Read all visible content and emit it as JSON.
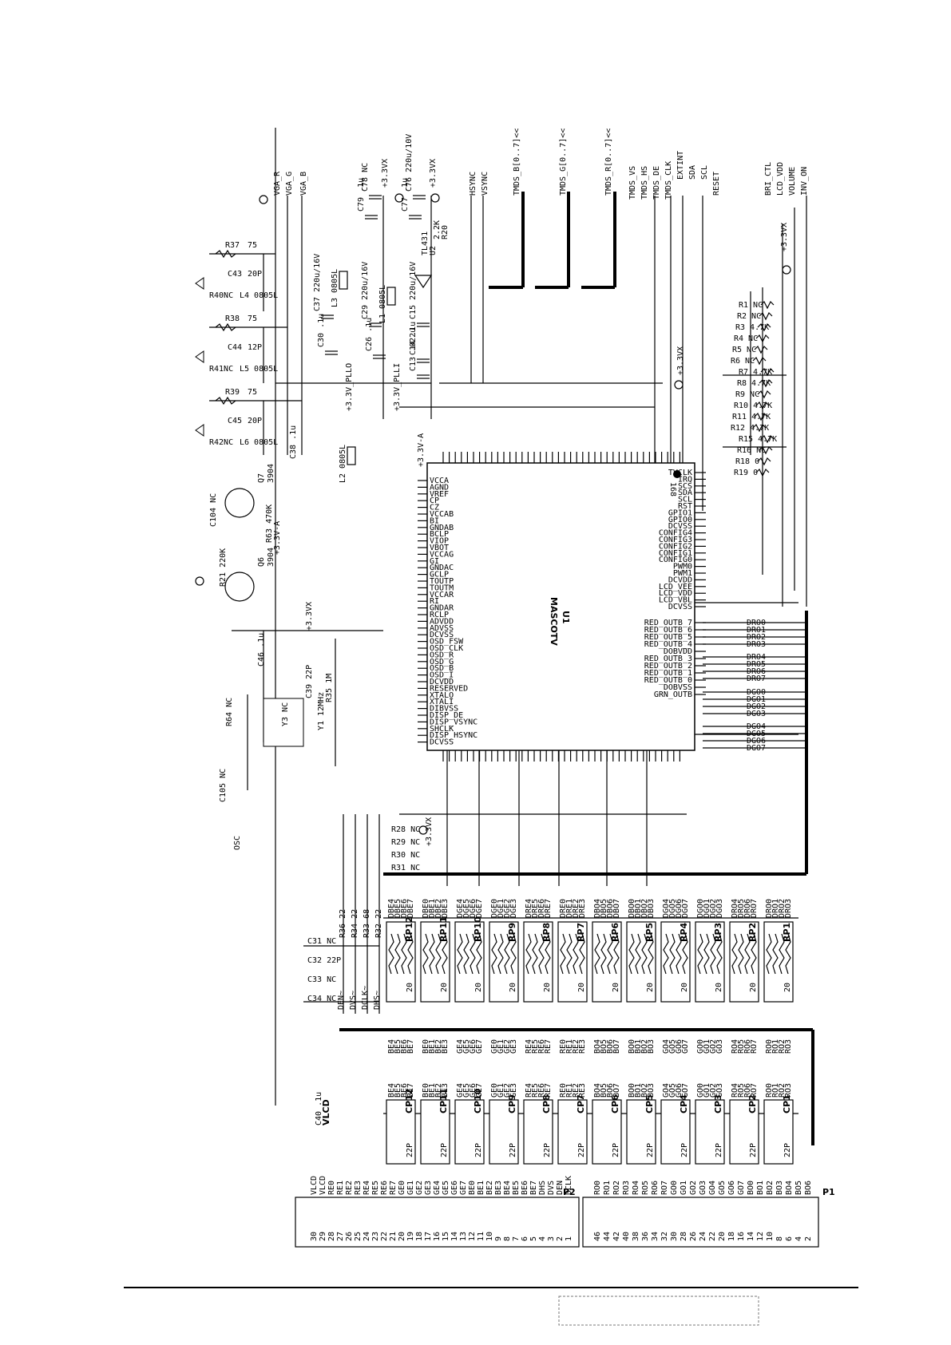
{
  "chip": {
    "designator": "U1",
    "part": "MASCOTV",
    "pin_first": "168"
  },
  "top_signals": [
    "TMDS_B[0..7]<<",
    "TMDS_G[0..7]<<",
    "TMDS_R[0..7]<<",
    "TMDS_VS",
    "TMDS_HS",
    "TMDS_DE",
    "TMDS_CLK",
    "EXTINT",
    "SDA",
    "SCL",
    "RESET",
    "BRI_CTL",
    "LCD_VDD",
    "VOLUME",
    "INV_ON"
  ],
  "vga": [
    "VGA_R",
    "VGA_G",
    "VGA_B"
  ],
  "sync": [
    "HSYNC",
    "VSYNC"
  ],
  "power": {
    "v33vx": "+3.3VX",
    "v33va": "+3.3V-A",
    "pll_o": "+3.3V_PLLO",
    "pll_i": "+3.3V_PLLI",
    "vlcd": "VLCD"
  },
  "regulator": {
    "ref": "U2",
    "part": "TL431",
    "r20": "R20",
    "r20v": "2.2K"
  },
  "caps_top": [
    "C78 NC",
    "C76 220u/10V",
    "C79 .1u",
    "C77 .1u",
    "C13 .022u",
    "C15 220u/16V",
    "C14 .1u",
    "C29 220u/16V",
    "C26 .1u",
    "C37 220u/16V",
    "C30 .1u"
  ],
  "inductors": [
    "L1 0805L",
    "L2 0805L",
    "L3 0805L"
  ],
  "vga_net": [
    {
      "r": "R37",
      "rv": "75",
      "c": "C43",
      "cv": "20P",
      "rn": "R40NC",
      "l": "L4 0805L"
    },
    {
      "r": "R38",
      "rv": "75",
      "c": "C44",
      "cv": "12P",
      "rn": "R41NC",
      "l": "L5 0805L"
    },
    {
      "r": "R39",
      "rv": "75",
      "c": "C45",
      "cv": "20P",
      "rn": "R42NC",
      "l": "L6 0805L"
    }
  ],
  "transistors": [
    {
      "ref": "Q7",
      "part": "3904"
    },
    {
      "ref": "Q6",
      "part": "3904"
    }
  ],
  "misc_parts": [
    "C104 NC",
    "R63 470K",
    "R21 220K",
    "C46 .1u",
    "R64 NC",
    "Y1 12MHz",
    "R35 1M",
    "Y3 NC",
    "C105 NC",
    "OSC",
    "C38 .1u",
    "C39 22P",
    "C40 .1u"
  ],
  "analog_pins": [
    "VCCA",
    "AGND",
    "VREF",
    "CP",
    "CZ",
    "VCCAB",
    "BI",
    "GNDAB",
    "BCLP",
    "VIOP",
    "VBOT",
    "VCCAG",
    "GI",
    "GNDAC",
    "GCLP",
    "TOUTP",
    "TOUTM",
    "VCCAR",
    "RI",
    "GNDAR",
    "RCLP",
    "ADVDD",
    "ADVSS",
    "DCVSS",
    "OSD_FSW",
    "OSD_CLK",
    "OSD_R",
    "OSD_G",
    "OSD_B",
    "OSD_I",
    "DCVDD",
    "RESERVED",
    "XTALO",
    "XTALI",
    "DIBVSS",
    "DISP_DE",
    "DISP_VSYNC",
    "SHCLK",
    "DISP_HSYNC",
    "DCVSS"
  ],
  "ctrl_pins": [
    "TVCLK",
    "IRQ",
    "SCS",
    "SDA",
    "SCL",
    "RST",
    "GPIO1",
    "GPIO0",
    "DCVSS",
    "CONFIG4",
    "CONFIG3",
    "CONFIG2",
    "CONFIG1",
    "CONFIG0",
    "PWM0",
    "PWM1",
    "DCVDD",
    "LCD_VEE",
    "LCD_VDD",
    "LCD_VBL",
    "DCVSS"
  ],
  "out_pins": [
    "RED_OUTB_7",
    "RED_OUTB_6",
    "RED_OUTB_5",
    "RED_OUTB_4",
    "DOBVDD",
    "RED_OUTB_3",
    "RED_OUTB_2",
    "RED_OUTB_1",
    "RED_OUTB_0",
    "DOBVSS",
    "GRN_OUTB"
  ],
  "dr_nets": [
    "DRO0",
    "DRO1",
    "DRO2",
    "DRO3",
    "DRO4",
    "DRO5",
    "DRO6",
    "DRO7"
  ],
  "dg_nets": [
    "DGO0",
    "DGO1",
    "DGO2",
    "DGO3",
    "DGO4",
    "DGO5",
    "DGO6",
    "DGO7"
  ],
  "right_res": [
    "R1 NC",
    "R2 NC",
    "R3 4.7K",
    "R4 NC",
    "R5 NC",
    "R6 NC",
    "R7 4.7K",
    "R8 4.7K",
    "R9 NC",
    "R10 4.7K",
    "R11 4.7K",
    "R12 4.7K",
    "R15 4.7K",
    "R16 NC",
    "R18 0",
    "R19 0"
  ],
  "term_res": [
    "R28 NC",
    "R29 NC",
    "R30 NC",
    "R31 NC",
    "R36 22",
    "R34 22",
    "R33 68",
    "R32 22"
  ],
  "clk_caps": [
    "C31 NC",
    "C32 22P",
    "C33 NC",
    "C34 NC"
  ],
  "clk_nets": [
    "DEN~",
    "DVS~",
    "DCLK~",
    "DHS~"
  ],
  "rp_packs": [
    "RP1",
    "RP2",
    "RP3",
    "RP4",
    "RP5",
    "RP6",
    "RP7",
    "RP8",
    "RP9",
    "RP10",
    "RP11",
    "RP12"
  ],
  "cp_packs": [
    "CP1",
    "CP2",
    "CP3",
    "CP4",
    "CP5",
    "CP6",
    "CP7",
    "CP8",
    "CP9",
    "CP10",
    "CP11",
    "CP12"
  ],
  "rp_value": "20",
  "cp_value": "22P",
  "rp_nets": [
    "DRO0",
    "DRO1",
    "DRO2",
    "DRO3",
    "DRO4",
    "DRO5",
    "DRO6",
    "DRO7",
    "DGO0",
    "DGO1",
    "DGO2",
    "DGO3",
    "DGO4",
    "DGO5",
    "DGO6",
    "DGO7",
    "DBO0",
    "DBO1",
    "DBO2",
    "DBO3",
    "DBO4",
    "DBO5",
    "DBO6",
    "DBO7",
    "DRE0",
    "DRE1",
    "DRE2",
    "DRE3",
    "DRE4",
    "DRE5",
    "DRE6",
    "DRE7",
    "DGE0",
    "DGE1",
    "DGE2",
    "DGE3",
    "DGE4",
    "DGE5",
    "DGE6",
    "DGE7",
    "DBE0",
    "DBE1",
    "DBE2",
    "DBE3",
    "DBE4",
    "DBE5",
    "DBE6",
    "DBE7"
  ],
  "conn_nets": [
    "RO0",
    "RO1",
    "RO2",
    "RO3",
    "RO4",
    "RO5",
    "RO6",
    "RO7",
    "GO0",
    "GO1",
    "GO2",
    "GO3",
    "GO4",
    "GO5",
    "GO6",
    "GO7",
    "BO0",
    "BO1",
    "BO2",
    "BO3",
    "BO4",
    "BO5",
    "BO6",
    "BO7",
    "RE0",
    "RE1",
    "RE2",
    "RE3",
    "RE4",
    "RE5",
    "RE6",
    "RE7",
    "GE0",
    "GE1",
    "GE2",
    "GE3",
    "GE4",
    "GE5",
    "GE6",
    "GE7",
    "BE0",
    "BE1",
    "BE2",
    "BE3",
    "BE4",
    "BE5",
    "BE6",
    "BE7"
  ],
  "connectors": {
    "p1": "P1",
    "p2": "P2"
  },
  "p1_pins": [
    "BO6",
    "BO5",
    "BO4",
    "BO3",
    "BO2",
    "BO1",
    "BO0",
    "GO7",
    "GO6",
    "GO5",
    "GO4",
    "GO3",
    "GO2",
    "GO1",
    "GO0",
    "RO7",
    "RO6",
    "RO5",
    "RO4",
    "RO3",
    "RO2",
    "RO1",
    "RO0"
  ],
  "p2_pins": [
    "DCLK",
    "DEN",
    "DVS",
    "DHS",
    "BE7",
    "BE6",
    "BE5",
    "BE4",
    "BE3",
    "BE2",
    "BE1",
    "BE0",
    "GE7",
    "GE6",
    "GE5",
    "GE4",
    "GE3",
    "GE2",
    "GE1",
    "GE0",
    "RE7",
    "RE6",
    "RE5",
    "RE4",
    "RE3",
    "RE2",
    "RE1",
    "RE0",
    "VLCD",
    "VLCD"
  ]
}
